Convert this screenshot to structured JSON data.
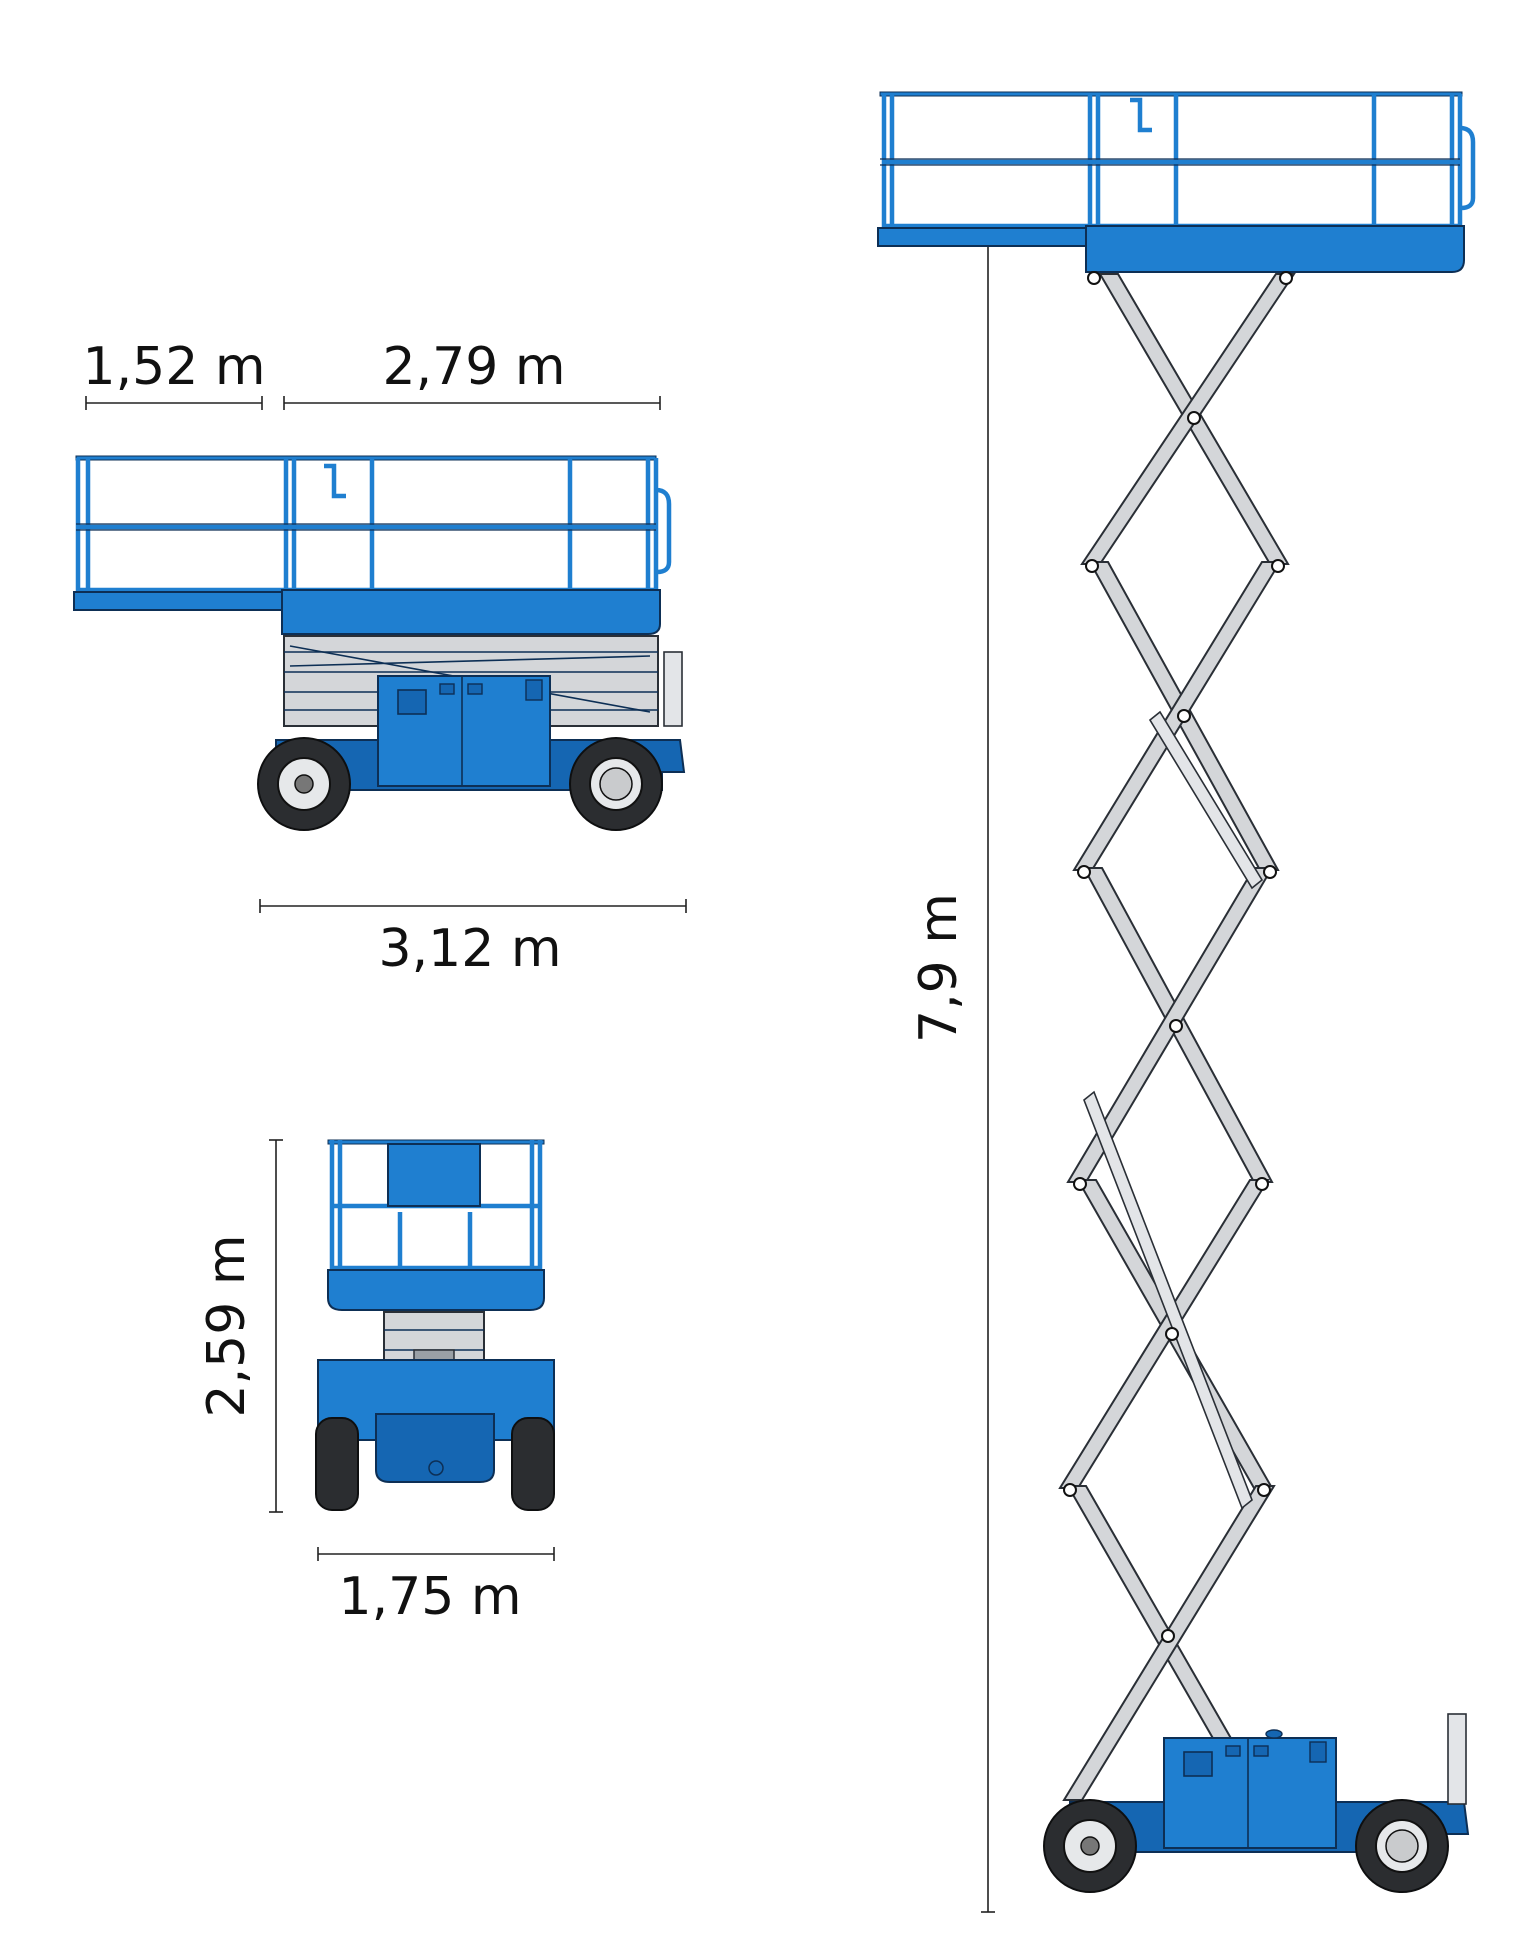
{
  "dimensions": {
    "platform_extension": "1,52 m",
    "platform_length": "2,79 m",
    "overall_length": "3,12 m",
    "stowed_height": "2,59 m",
    "overall_width": "1,75 m",
    "platform_height": "7,9 m"
  },
  "colors": {
    "machine_blue": "#1f7fd0",
    "outline": "#0d2f55",
    "scissor_grey": "#d4d6d9",
    "tire": "#2b2d30"
  }
}
